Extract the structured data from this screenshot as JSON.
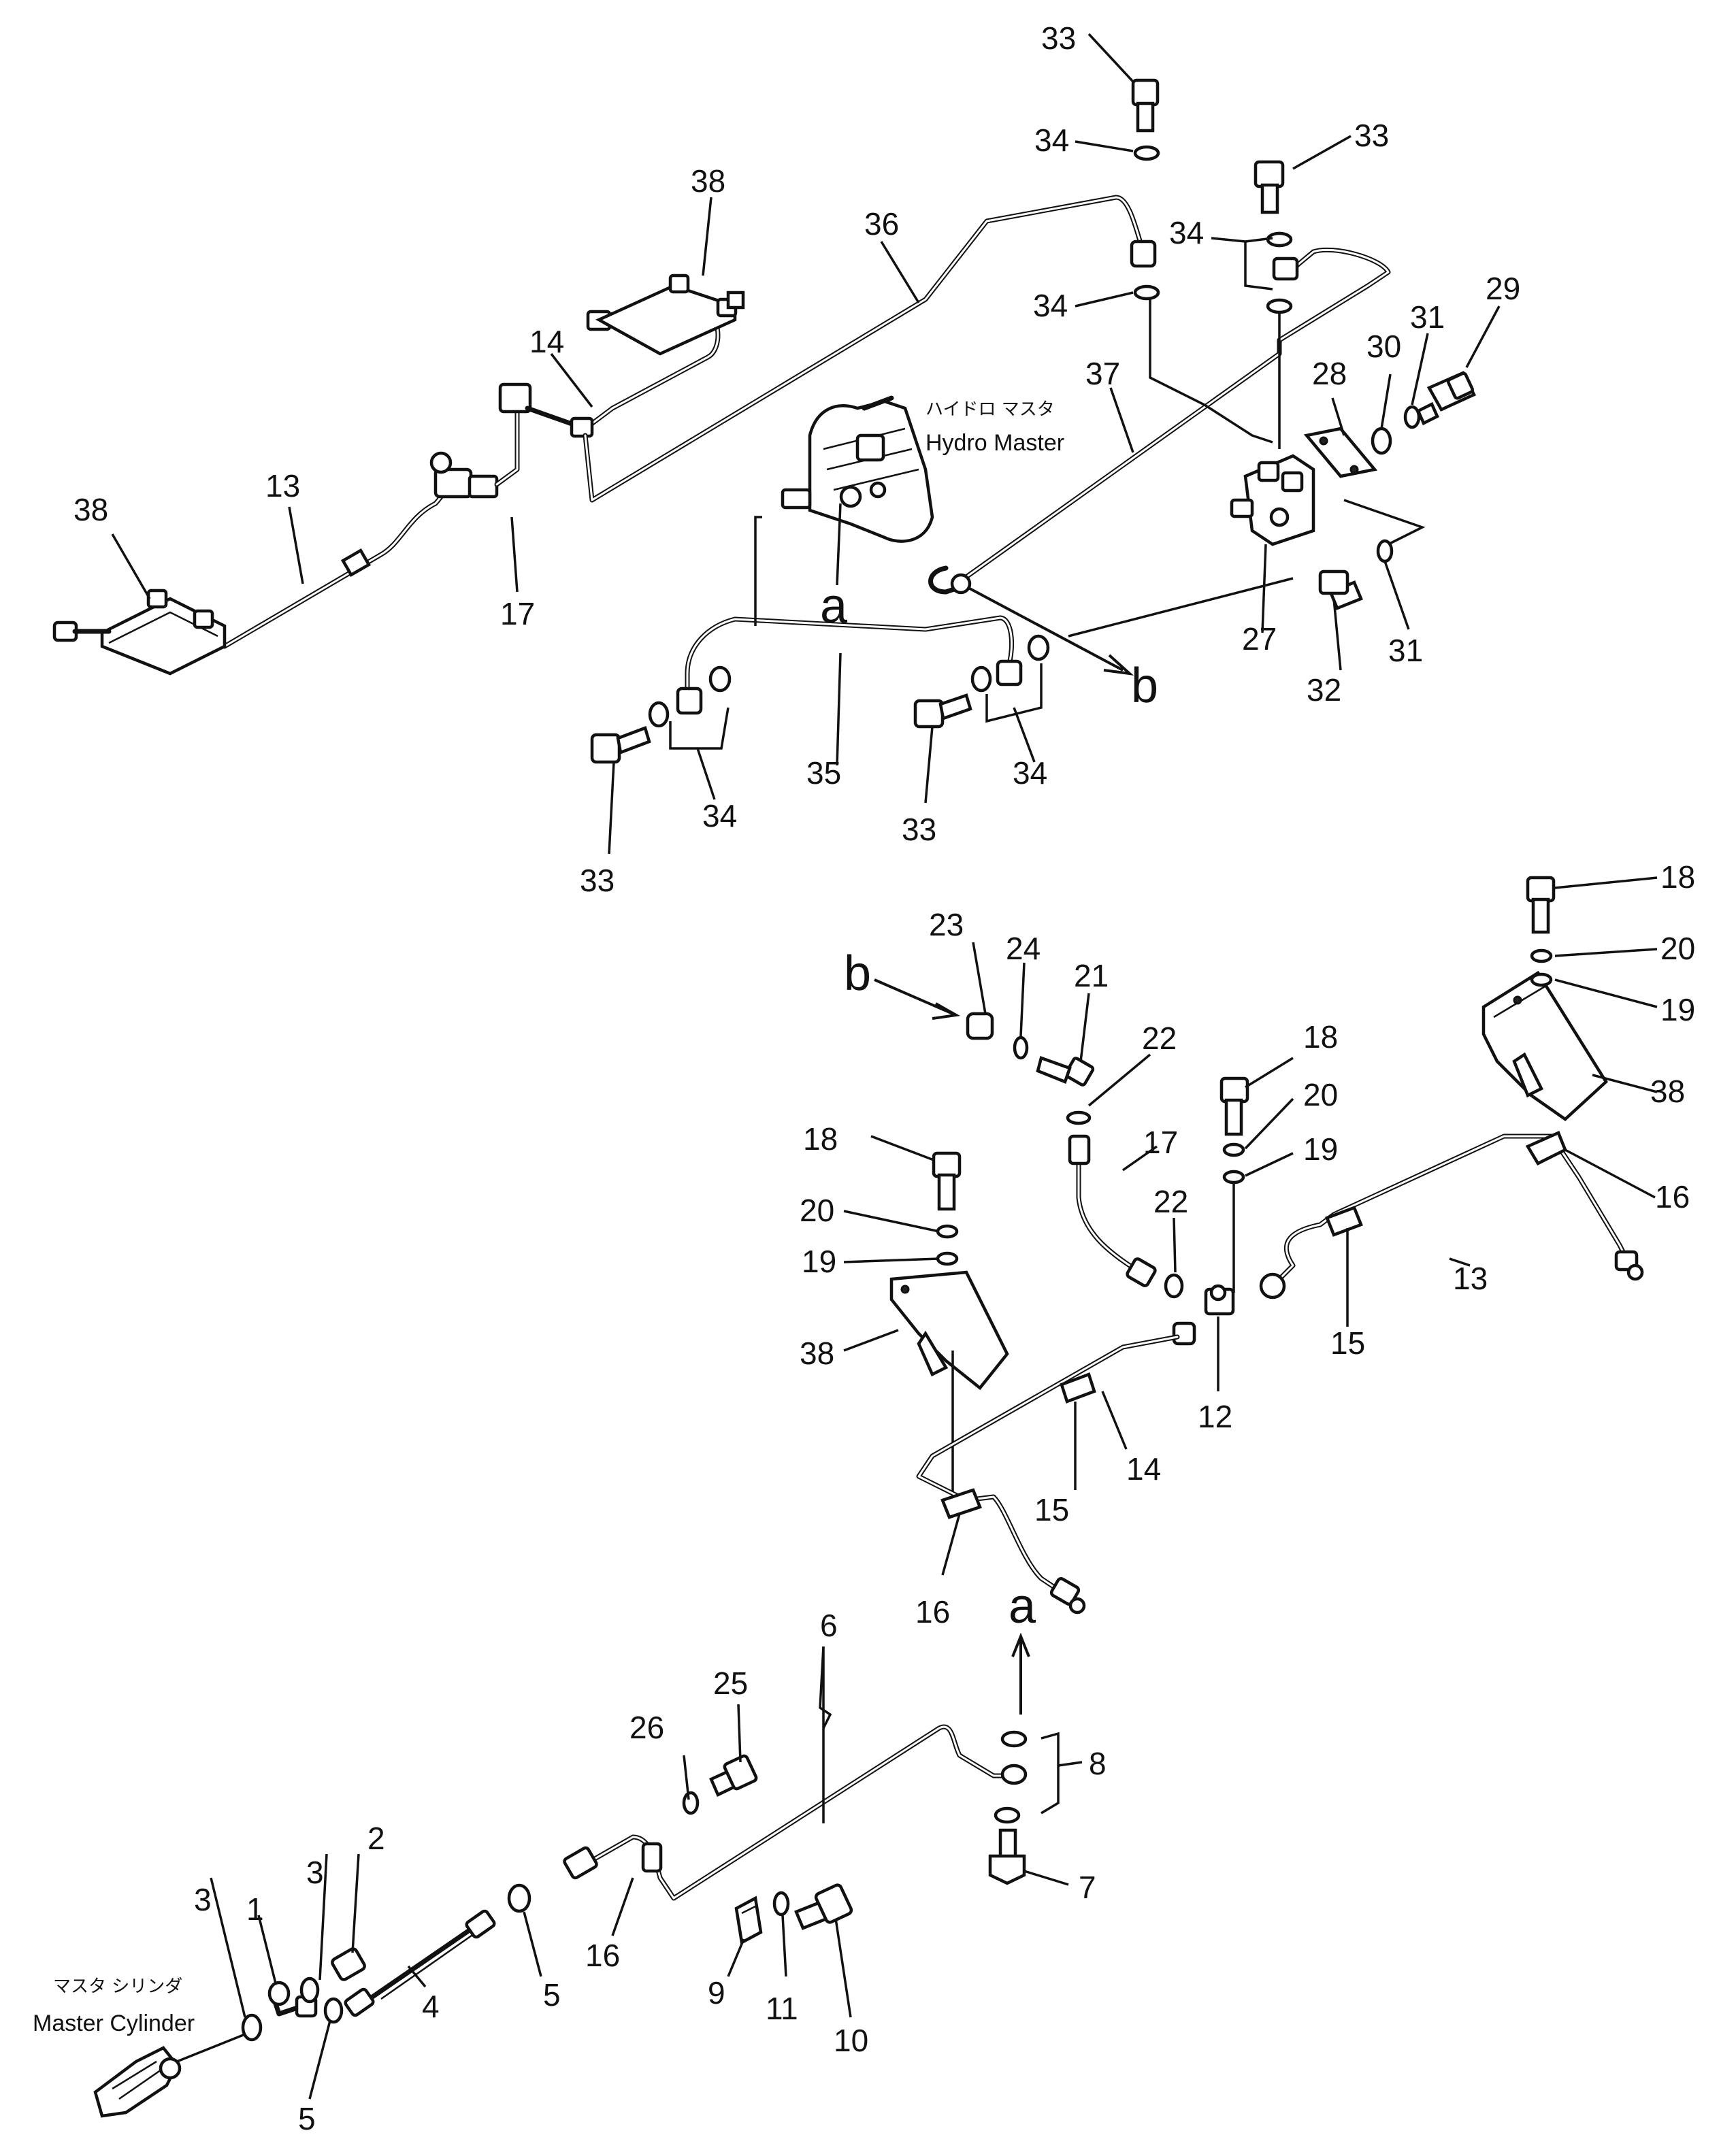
{
  "labels": {
    "hydro_master_jp": "ハイドロ マスタ",
    "hydro_master_en": "Hydro Master",
    "master_cylinder_jp": "マスタ シリンダ",
    "master_cylinder_en": "Master Cylinder",
    "ref_a": "a",
    "ref_b": "b"
  },
  "callouts": {
    "n1": "1",
    "n2": "2",
    "n3": "3",
    "n4": "4",
    "n5": "5",
    "n6": "6",
    "n7": "7",
    "n8": "8",
    "n9": "9",
    "n10": "10",
    "n11": "11",
    "n12": "12",
    "n13": "13",
    "n14": "14",
    "n15": "15",
    "n16": "16",
    "n17": "17",
    "n18": "18",
    "n19": "19",
    "n20": "20",
    "n21": "21",
    "n22": "22",
    "n23": "23",
    "n24": "24",
    "n25": "25",
    "n26": "26",
    "n27": "27",
    "n28": "28",
    "n29": "29",
    "n30": "30",
    "n31": "31",
    "n32": "32",
    "n33": "33",
    "n34": "34",
    "n35": "35",
    "n36": "36",
    "n37": "37",
    "n38": "38"
  }
}
